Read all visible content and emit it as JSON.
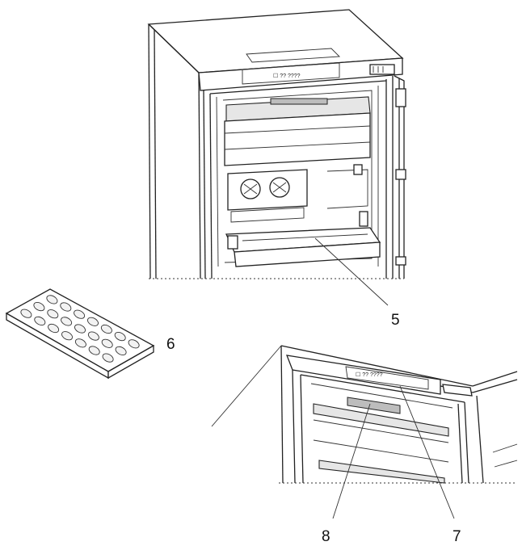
{
  "callouts": {
    "five": "5",
    "six": "6",
    "seven": "7",
    "eight": "8"
  },
  "brand_text": {
    "top_panel": "☐ ?? ????",
    "detail_panel": "☐ ?? ????"
  },
  "colors": {
    "line": "#222222",
    "background": "#ffffff",
    "shade": "#e6e6e6"
  }
}
